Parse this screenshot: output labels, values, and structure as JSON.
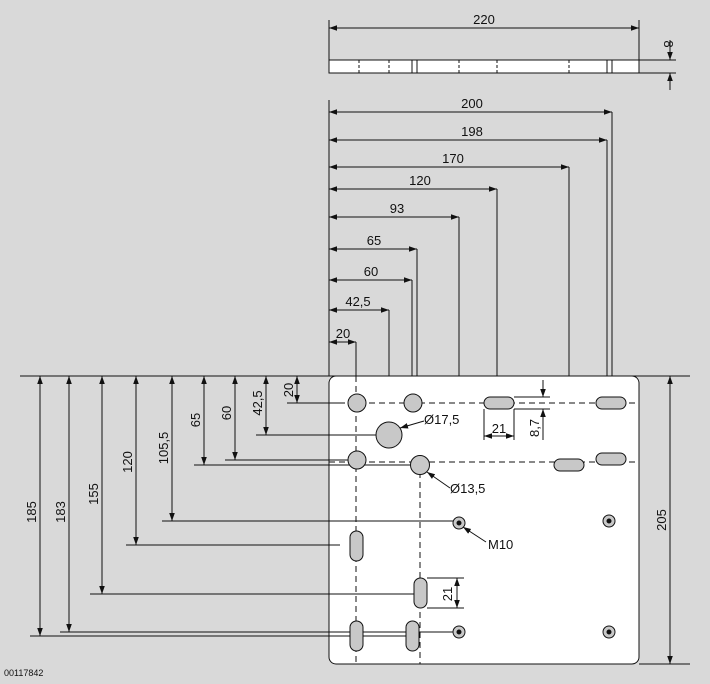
{
  "drawing": {
    "reference_code": "00117842",
    "colors": {
      "background": "#d9d9d9",
      "plate": "#ffffff",
      "line": "#111111",
      "hole_fill": "#c8c8c8"
    },
    "top_view": {
      "length": "220",
      "thickness": "8"
    },
    "horizontal_dimensions": [
      "200",
      "198",
      "170",
      "120",
      "93",
      "65",
      "60",
      "42,5",
      "20"
    ],
    "vertical_dimensions": [
      "185",
      "183",
      "155",
      "120",
      "105,5",
      "65",
      "60",
      "42,5",
      "20"
    ],
    "plate_height": "205",
    "slot_dimensions": {
      "slot_length": "21",
      "slot_offset": "8,7",
      "vertical_slot": "21"
    },
    "holes": {
      "large": "Ø17,5",
      "medium": "Ø13,5",
      "thread": "M10"
    }
  }
}
